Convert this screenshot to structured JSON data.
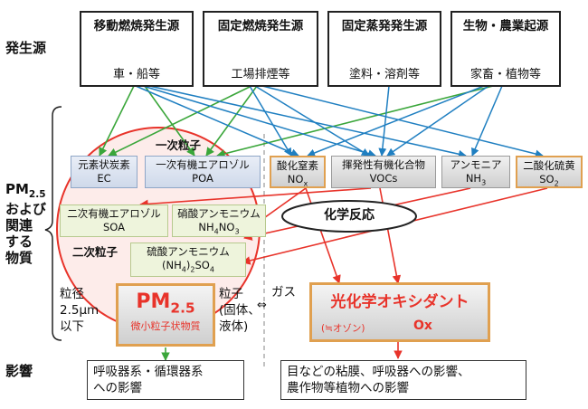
{
  "rows": {
    "sources": "発生源",
    "pm_related_lines": [
      "PM",
      "2.5",
      "および",
      "関連",
      "する",
      "物質"
    ],
    "effects": "影響"
  },
  "sources": [
    {
      "title": "移動燃焼発生源",
      "examples": "車・船等"
    },
    {
      "title": "固定燃焼発生源",
      "examples": "工場排煙等"
    },
    {
      "title": "固定蒸発発生源",
      "examples": "塗料・溶剤等"
    },
    {
      "title": "生物・農業起源",
      "examples": "家畜・植物等"
    }
  ],
  "primary": {
    "label": "一次粒子",
    "ec": {
      "line1": "元素状炭素",
      "line2": "EC"
    },
    "poa": {
      "line1": "一次有機エアロゾル",
      "line2": "POA"
    }
  },
  "secondary": {
    "label": "二次粒子",
    "soa": {
      "line1": "二次有機エアロゾル",
      "line2": "SOA"
    },
    "nh4no3": {
      "line1": "硝酸アンモニウム",
      "line2": "NH",
      "s1": "4",
      "line2b": "NO",
      "s2": "3"
    },
    "nh4so4": {
      "line1": "硫酸アンモニウム",
      "line2a": "(NH",
      "s1": "4",
      "line2b": ")",
      "s2": "2",
      "line2c": "SO",
      "s3": "4"
    }
  },
  "gases": {
    "nox": {
      "line1": "酸化窒素",
      "line2": "NO",
      "sub": "x"
    },
    "vocs": {
      "line1": "揮発性有機化合物",
      "line2": "VOCs"
    },
    "nh3": {
      "line1": "アンモニア",
      "line2": "NH",
      "sub": "3"
    },
    "so2": {
      "line1": "二酸化硫黄",
      "line2": "SO",
      "sub": "2"
    }
  },
  "reaction": "化学反応",
  "particle_size": [
    "粒径",
    "2.5μm",
    "以下"
  ],
  "pm25": {
    "main": "PM",
    "sub": "2.5",
    "caption": "微小粒子状物質"
  },
  "phase": {
    "particle": "粒子",
    "particle_detail": "(固体、",
    "liquid": "液体)",
    "arrow": "⇔",
    "gas": "ガス"
  },
  "ox": {
    "title": "光化学オキシダント",
    "note": "(≒オゾン)",
    "symbol": "Ox"
  },
  "effects": {
    "pm": [
      "呼吸器系・循環器系",
      "への影響"
    ],
    "ox": [
      "目などの粘膜、呼吸器への影響、",
      "農作物等植物への影響"
    ]
  },
  "colors": {
    "red": "#e8332a",
    "blue": "#1f7fc1",
    "green": "#3aa63a",
    "orange": "#e0a050"
  }
}
